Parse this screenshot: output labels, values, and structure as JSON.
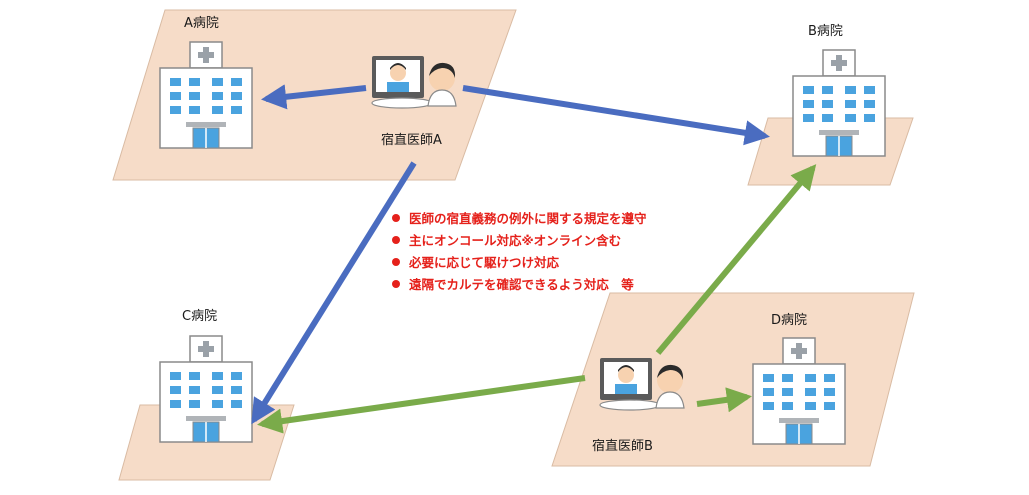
{
  "hospitals": {
    "a": {
      "label": "A病院"
    },
    "b": {
      "label": "B病院"
    },
    "c": {
      "label": "C病院"
    },
    "d": {
      "label": "D病院"
    }
  },
  "doctors": {
    "a": {
      "label": "宿直医師A"
    },
    "b": {
      "label": "宿直医師B"
    }
  },
  "notes": [
    "医師の宿直義務の例外に関する規定を遵守",
    "主にオンコール対応※オンライン含む",
    "必要に応じて駆けつけ対応",
    "遠隔でカルテを確認できるよう対応　等"
  ],
  "colors": {
    "blue_arrow": "#4a6cc0",
    "green_arrow": "#7aab4a",
    "plate": "#f6dcc8",
    "note_text": "#e5211b"
  }
}
